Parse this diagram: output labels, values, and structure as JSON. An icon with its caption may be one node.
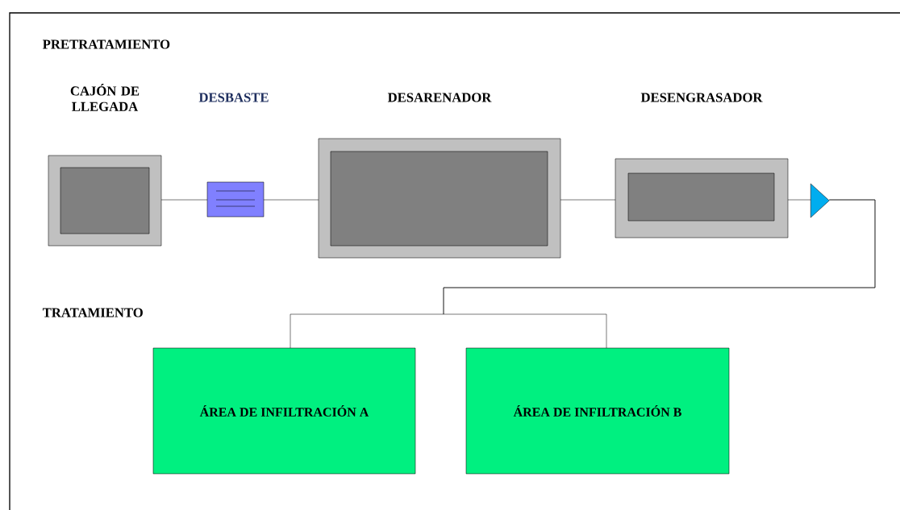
{
  "diagram": {
    "nodes": [
      {
        "text": [
          "CAJÓN DE LLEGADA"
        ]
      },
      {
        "text": [],
        "shape": "box"
      },
      {
        "text": [
          "DESARENADOR"
        ]
      },
      {
        "text": [
          "DESENGRASADOR"
        ]
      },
      {
        "text": [],
        "shape": "triangle"
      },
      {
        "text": [
          "ÁREA DE INFILTRACIÓN A"
        ]
      },
      {
        "text": [
          "ÁREA DE INFILTRACIÓN B"
        ]
      }
    ],
    "edges": [
      {
        "from": 0,
        "to": 1,
        "arrow": "none"
      },
      {
        "from": 1,
        "to": 2,
        "arrow": "none"
      },
      {
        "from": 2,
        "to": 3,
        "arrow": "none"
      },
      {
        "from": 3,
        "to": 4,
        "arrow": "none"
      },
      {
        "from": 4,
        "to": 5,
        "arrow": "none"
      },
      {
        "from": 4,
        "to": 6,
        "arrow": "none"
      }
    ],
    "labels": [
      "PRETRATAMIENTO",
      "DESBASTE",
      "TRATAMIENTO"
    ]
  }
}
